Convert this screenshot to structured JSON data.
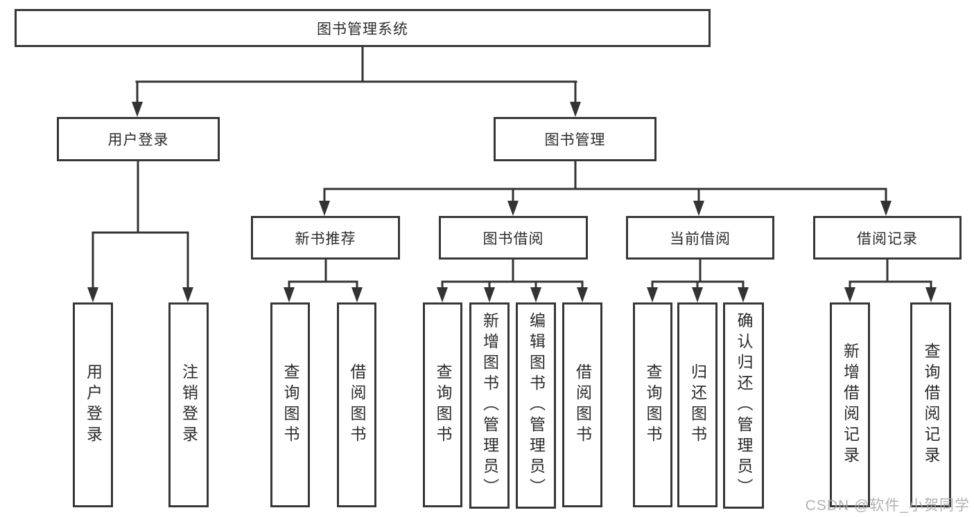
{
  "tree": {
    "label": "图书管理系统",
    "children": [
      {
        "label": "用户登录",
        "children": [
          {
            "label": "用户登录"
          },
          {
            "label": "注销登录"
          }
        ]
      },
      {
        "label": "图书管理",
        "children": [
          {
            "label": "新书推荐",
            "children": [
              {
                "label": "查询图书"
              },
              {
                "label": "借阅图书"
              }
            ]
          },
          {
            "label": "图书借阅",
            "children": [
              {
                "label": "查询图书"
              },
              {
                "label": "新增图书（管理员）"
              },
              {
                "label": "编辑图书（管理员）"
              },
              {
                "label": "借阅图书"
              }
            ]
          },
          {
            "label": "当前借阅",
            "children": [
              {
                "label": "查询图书"
              },
              {
                "label": "归还图书"
              },
              {
                "label": "确认归还（管理员）"
              }
            ]
          },
          {
            "label": "借阅记录",
            "children": [
              {
                "label": "新增借阅记录"
              },
              {
                "label": "查询借阅记录"
              }
            ]
          }
        ]
      }
    ]
  },
  "watermark": {
    "text": "CSDN @软件_小贺同学"
  },
  "colors": {
    "line": "#333333",
    "border": "#363636",
    "text": "#2b2b2b",
    "background": "#ffffff",
    "watermark": "#a8a8a8"
  }
}
